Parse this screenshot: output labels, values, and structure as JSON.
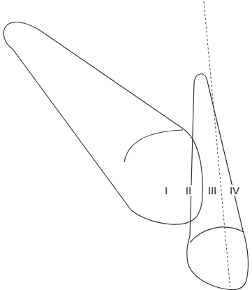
{
  "diagram": {
    "labels": [
      "I",
      "II",
      "III",
      "IV"
    ]
  }
}
